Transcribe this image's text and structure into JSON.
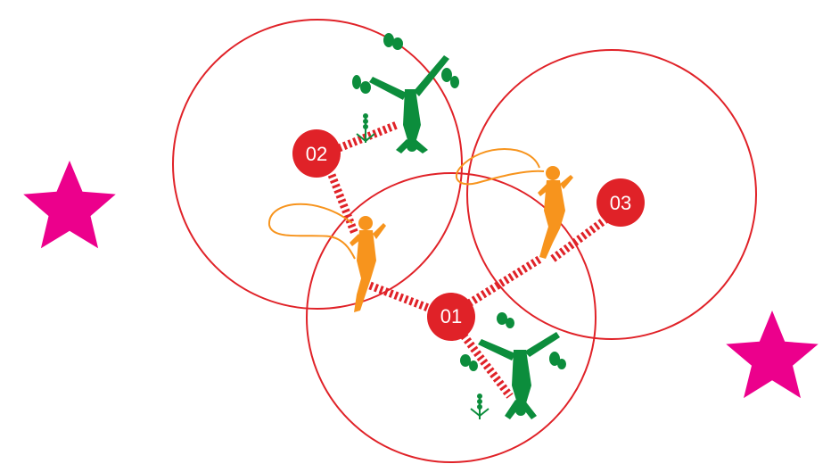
{
  "nodes": [
    {
      "label": "01"
    },
    {
      "label": "02"
    },
    {
      "label": "03"
    }
  ],
  "colors": {
    "ring": "#e02228",
    "node": "#e02228",
    "node_text": "#ffffff",
    "connector": "#e02228",
    "skipper": "#f7941d",
    "cartwheeler": "#0c8d3c",
    "star": "#ec008c"
  },
  "icons": [
    "star-icon",
    "jump-rope-girl-icon",
    "cartwheel-kid-icon",
    "butterfly-icon",
    "flower-sprig-icon"
  ]
}
